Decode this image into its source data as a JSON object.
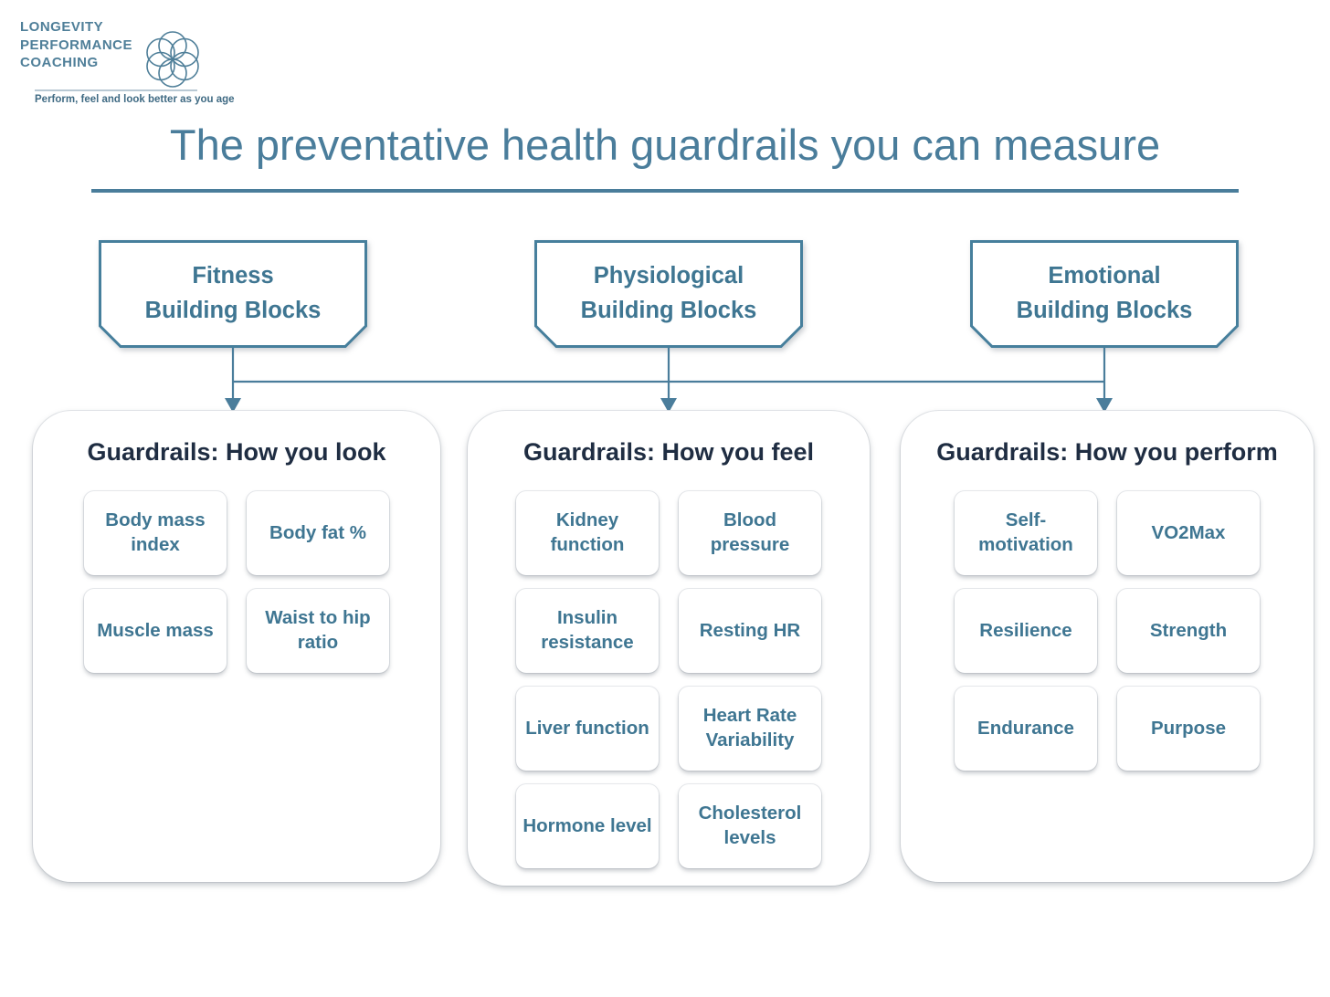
{
  "logo": {
    "line1": "LONGEVITY",
    "line2": "PERFORMANCE",
    "line3": "COACHING",
    "tagline": "Perform, feel and look better as you age",
    "mark_name": "flower-of-life-logo"
  },
  "title": "The preventative health guardrails you can measure",
  "colors": {
    "accent_blue": "#4a7d9b",
    "chip_text": "#3f7692",
    "heading_navy": "#1f2d42",
    "connector": "#4a7d9b",
    "background": "#ffffff"
  },
  "building_blocks": [
    {
      "line1": "Fitness",
      "line2": "Building Blocks"
    },
    {
      "line1": "Physiological",
      "line2": "Building Blocks"
    },
    {
      "line1": "Emotional",
      "line2": "Building Blocks"
    }
  ],
  "panels": [
    {
      "title": "Guardrails: How you look",
      "rows": [
        [
          "Body mass index",
          "Body fat %"
        ],
        [
          "Muscle mass",
          "Waist to hip ratio"
        ]
      ]
    },
    {
      "title": "Guardrails: How you feel",
      "rows": [
        [
          "Kidney function",
          "Blood pressure"
        ],
        [
          "Insulin resistance",
          "Resting HR"
        ],
        [
          "Liver function",
          "Heart Rate Variability"
        ],
        [
          "Hormone level",
          "Cholesterol levels"
        ]
      ]
    },
    {
      "title": "Guardrails: How you perform",
      "rows": [
        [
          "Self-motivation",
          "VO2Max"
        ],
        [
          "Resilience",
          "Strength"
        ],
        [
          "Endurance",
          "Purpose"
        ]
      ]
    }
  ]
}
